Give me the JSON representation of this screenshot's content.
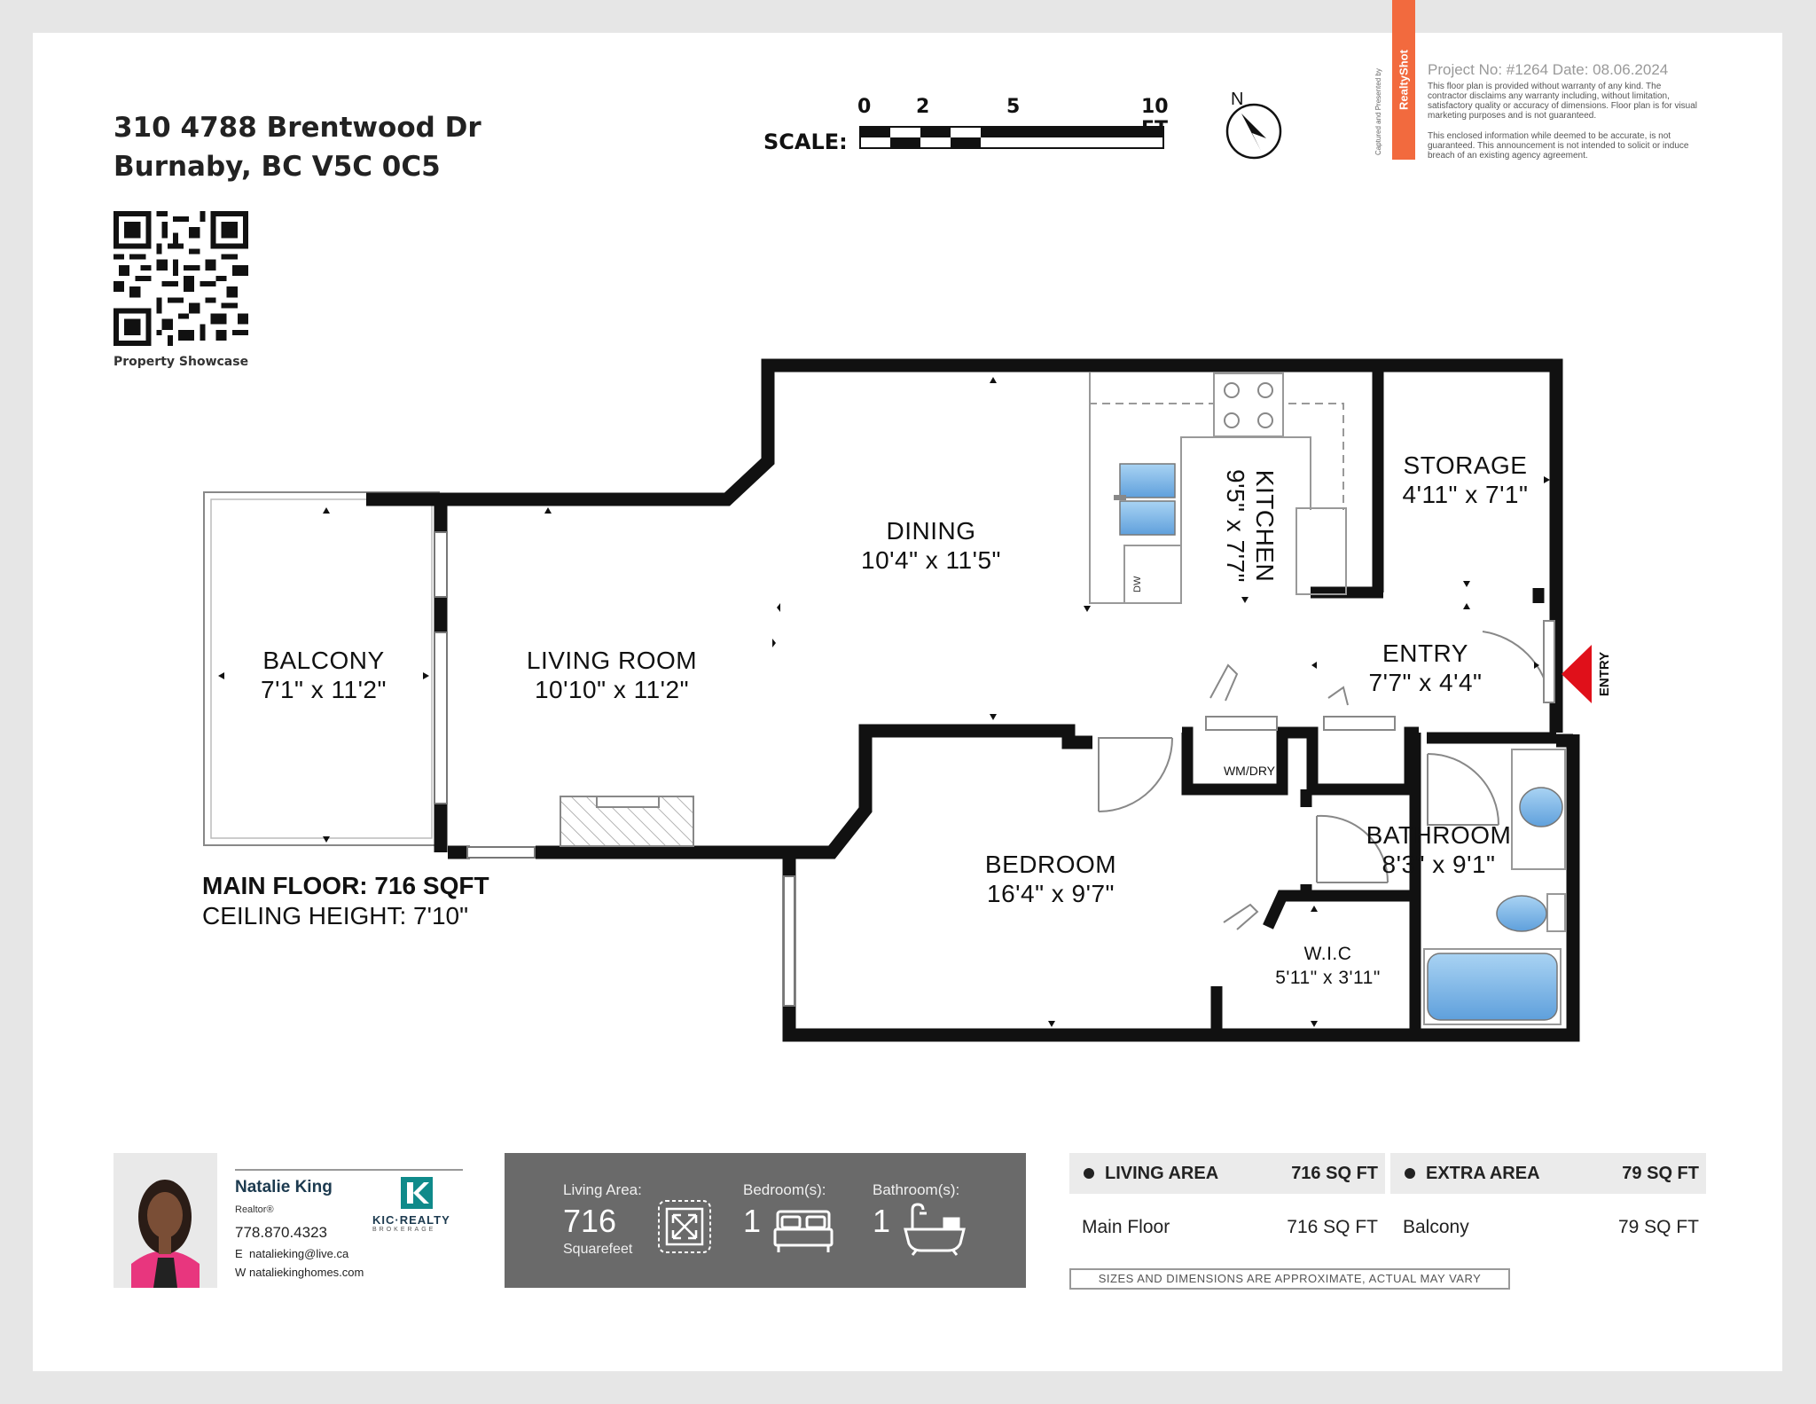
{
  "address": {
    "line1": "310 4788 Brentwood Dr",
    "line2": "Burnaby, BC V5C 0C5"
  },
  "qr": {
    "caption": "Property Showcase"
  },
  "scale": {
    "title": "SCALE:",
    "ticks": [
      "0",
      "2",
      "5",
      "10 FT"
    ]
  },
  "compass": {
    "label": "N"
  },
  "disclaimer": {
    "project": "Project No: #1264   Date: 08.06.2024",
    "p1": "This floor plan is provided without warranty of any kind. The contractor disclaims any warranty including, without limitation, satisfactory quality or accuracy of dimensions. Floor plan is for visual marketing purposes and is not guaranteed.",
    "p2": "This enclosed information while deemed to be accurate, is not guaranteed. This announcement is not intended to solicit or induce breach of an existing agency agreement.",
    "brand": "RealtyShot",
    "captured": "Captured and Presented by"
  },
  "rooms": {
    "balcony": {
      "name": "BALCONY",
      "dims": "7'1\" x 11'2\""
    },
    "living": {
      "name": "LIVING ROOM",
      "dims": "10'10\" x 11'2\""
    },
    "dining": {
      "name": "DINING",
      "dims": "10'4\" x 11'5\""
    },
    "kitchen": {
      "name": "KITCHEN",
      "dims": "9'5\" x 7'7\""
    },
    "storage": {
      "name": "STORAGE",
      "dims": "4'11\" x 7'1\""
    },
    "entry": {
      "name": "ENTRY",
      "dims": "7'7\" x 4'4\""
    },
    "bedroom": {
      "name": "BEDROOM",
      "dims": "16'4\" x 9'7\""
    },
    "bathroom": {
      "name": "BATHROOM",
      "dims": "8'3\" x 9'1\""
    },
    "wic": {
      "name": "W.I.C",
      "dims": "5'11\" x 3'11\""
    }
  },
  "fixtures": {
    "dw": "DW",
    "washer": "WM/DRY",
    "entry_marker": "ENTRY"
  },
  "floor": {
    "main": "MAIN FLOOR: 716 SQFT",
    "ceiling": "CEILING HEIGHT: 7'10\""
  },
  "agent": {
    "name": "Natalie King",
    "role": "Realtor®",
    "phone": "778.870.4323",
    "email_label": "E",
    "email": "natalieking@live.ca",
    "web_label": "W",
    "web": "nataliekinghomes.com",
    "brokerage": "KIC·REALTY",
    "brokerage_sub": "BROKERAGE"
  },
  "summary": {
    "living_label": "Living Area:",
    "living_value": "716",
    "living_unit": "Squarefeet",
    "bed_label": "Bedroom(s):",
    "bed_value": "1",
    "bath_label": "Bathroom(s):",
    "bath_value": "1"
  },
  "areas": {
    "living": {
      "title": "LIVING AREA",
      "total": "716 SQ FT",
      "row_label": "Main Floor",
      "row_value": "716 SQ FT"
    },
    "extra": {
      "title": "EXTRA AREA",
      "total": "79 SQ FT",
      "row_label": "Balcony",
      "row_value": "79 SQ FT"
    },
    "note": "SIZES AND DIMENSIONS ARE APPROXIMATE, ACTUAL MAY VARY"
  },
  "colors": {
    "wall": "#111111",
    "fixture_blue": "#7fb7e6",
    "entry_red": "#e0101a",
    "brand_orange": "#f26a3e",
    "summary_bg": "#6a6a6a"
  }
}
